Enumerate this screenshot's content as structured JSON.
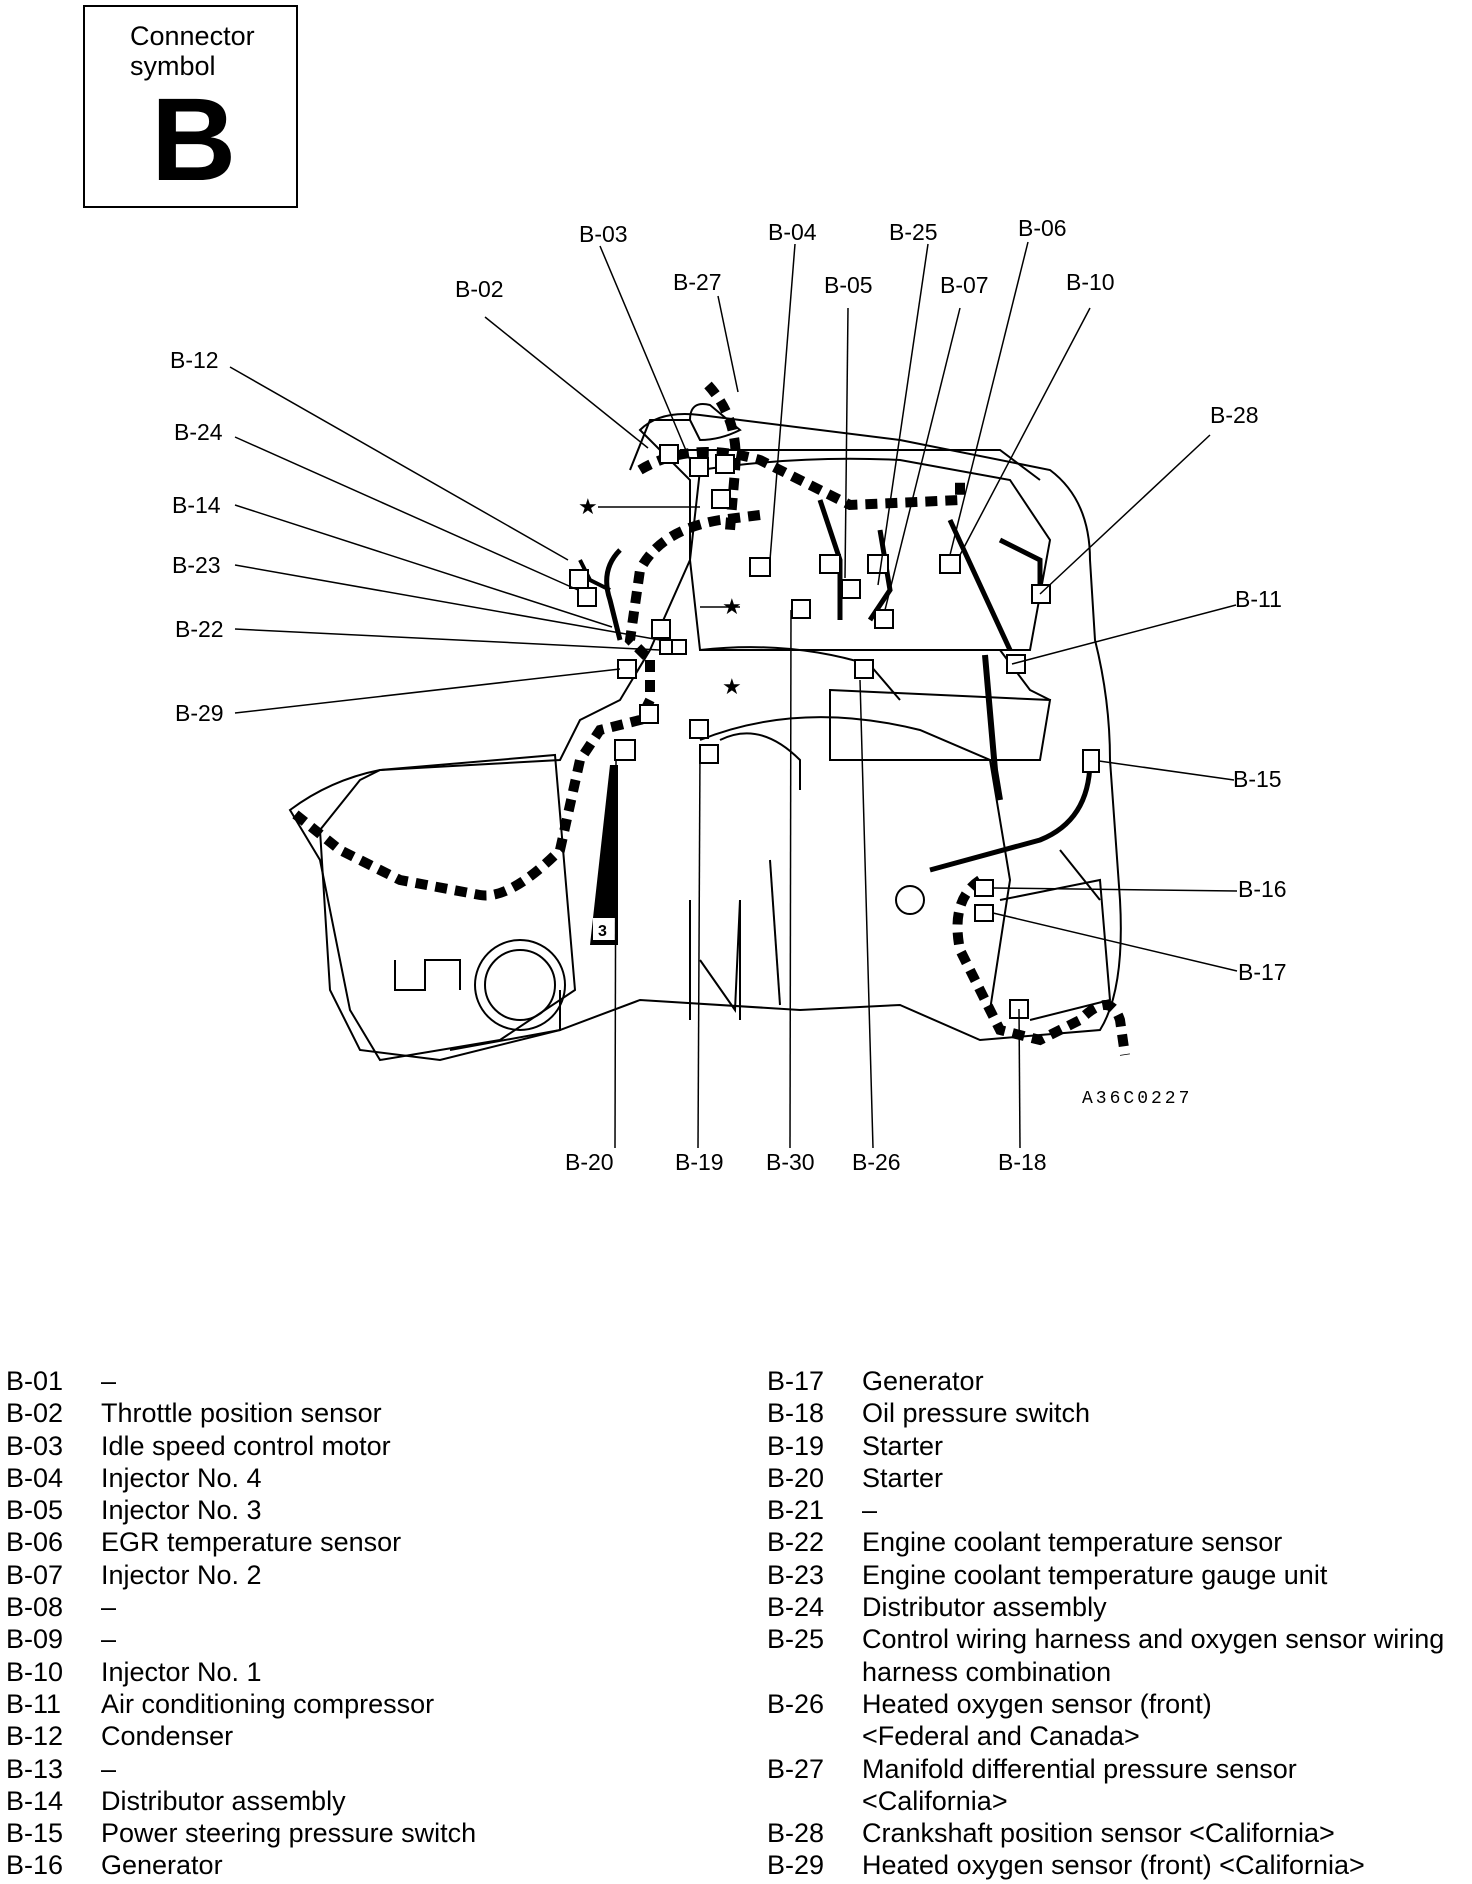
{
  "connector_symbol": {
    "caption": "Connector\nsymbol",
    "letter": "B"
  },
  "diagram": {
    "figure_code": "A36C0227",
    "callouts": [
      {
        "id": "b02",
        "label": "B-02"
      },
      {
        "id": "b03",
        "label": "B-03"
      },
      {
        "id": "b04",
        "label": "B-04"
      },
      {
        "id": "b05",
        "label": "B-05"
      },
      {
        "id": "b06",
        "label": "B-06"
      },
      {
        "id": "b07",
        "label": "B-07"
      },
      {
        "id": "b10",
        "label": "B-10"
      },
      {
        "id": "b11",
        "label": "B-11"
      },
      {
        "id": "b12",
        "label": "B-12"
      },
      {
        "id": "b14",
        "label": "B-14"
      },
      {
        "id": "b15",
        "label": "B-15"
      },
      {
        "id": "b16",
        "label": "B-16"
      },
      {
        "id": "b17",
        "label": "B-17"
      },
      {
        "id": "b18",
        "label": "B-18"
      },
      {
        "id": "b19",
        "label": "B-19"
      },
      {
        "id": "b20",
        "label": "B-20"
      },
      {
        "id": "b22",
        "label": "B-22"
      },
      {
        "id": "b23",
        "label": "B-23"
      },
      {
        "id": "b24",
        "label": "B-24"
      },
      {
        "id": "b25",
        "label": "B-25"
      },
      {
        "id": "b26",
        "label": "B-26"
      },
      {
        "id": "b27",
        "label": "B-27"
      },
      {
        "id": "b28",
        "label": "B-28"
      },
      {
        "id": "b29",
        "label": "B-29"
      },
      {
        "id": "b30",
        "label": "B-30"
      }
    ],
    "marker_label": "3",
    "star_symbol": "★"
  },
  "legend": {
    "left": [
      {
        "code": "B-01",
        "desc": "–"
      },
      {
        "code": "B-02",
        "desc": "Throttle position sensor"
      },
      {
        "code": "B-03",
        "desc": "Idle speed control motor"
      },
      {
        "code": "B-04",
        "desc": "Injector No. 4"
      },
      {
        "code": "B-05",
        "desc": "Injector No. 3"
      },
      {
        "code": "B-06",
        "desc": "EGR temperature sensor"
      },
      {
        "code": "B-07",
        "desc": "Injector No. 2"
      },
      {
        "code": "B-08",
        "desc": "–"
      },
      {
        "code": "B-09",
        "desc": "–"
      },
      {
        "code": "B-10",
        "desc": "Injector No. 1"
      },
      {
        "code": "B-11",
        "desc": "Air conditioning compressor"
      },
      {
        "code": "B-12",
        "desc": "Condenser"
      },
      {
        "code": "B-13",
        "desc": "–"
      },
      {
        "code": "B-14",
        "desc": "Distributor assembly"
      },
      {
        "code": "B-15",
        "desc": "Power steering pressure switch"
      },
      {
        "code": "B-16",
        "desc": "Generator"
      }
    ],
    "right": [
      {
        "code": "B-17",
        "desc": "Generator"
      },
      {
        "code": "B-18",
        "desc": "Oil pressure switch"
      },
      {
        "code": "B-19",
        "desc": "Starter"
      },
      {
        "code": "B-20",
        "desc": "Starter"
      },
      {
        "code": "B-21",
        "desc": "–"
      },
      {
        "code": "B-22",
        "desc": "Engine coolant temperature sensor"
      },
      {
        "code": "B-23",
        "desc": "Engine coolant temperature gauge unit"
      },
      {
        "code": "B-24",
        "desc": "Distributor assembly"
      },
      {
        "code": "B-25",
        "desc": "Control wiring harness and oxygen sensor wiring"
      },
      {
        "code": "",
        "desc": "harness combination"
      },
      {
        "code": "B-26",
        "desc": "Heated oxygen sensor (front)"
      },
      {
        "code": "",
        "desc": "<Federal and Canada>"
      },
      {
        "code": "B-27",
        "desc": "Manifold differential pressure sensor"
      },
      {
        "code": "",
        "desc": "<California>"
      },
      {
        "code": "B-28",
        "desc": "Crankshaft position sensor <California>"
      },
      {
        "code": "B-29",
        "desc": "Heated oxygen sensor (front) <California>"
      }
    ]
  }
}
